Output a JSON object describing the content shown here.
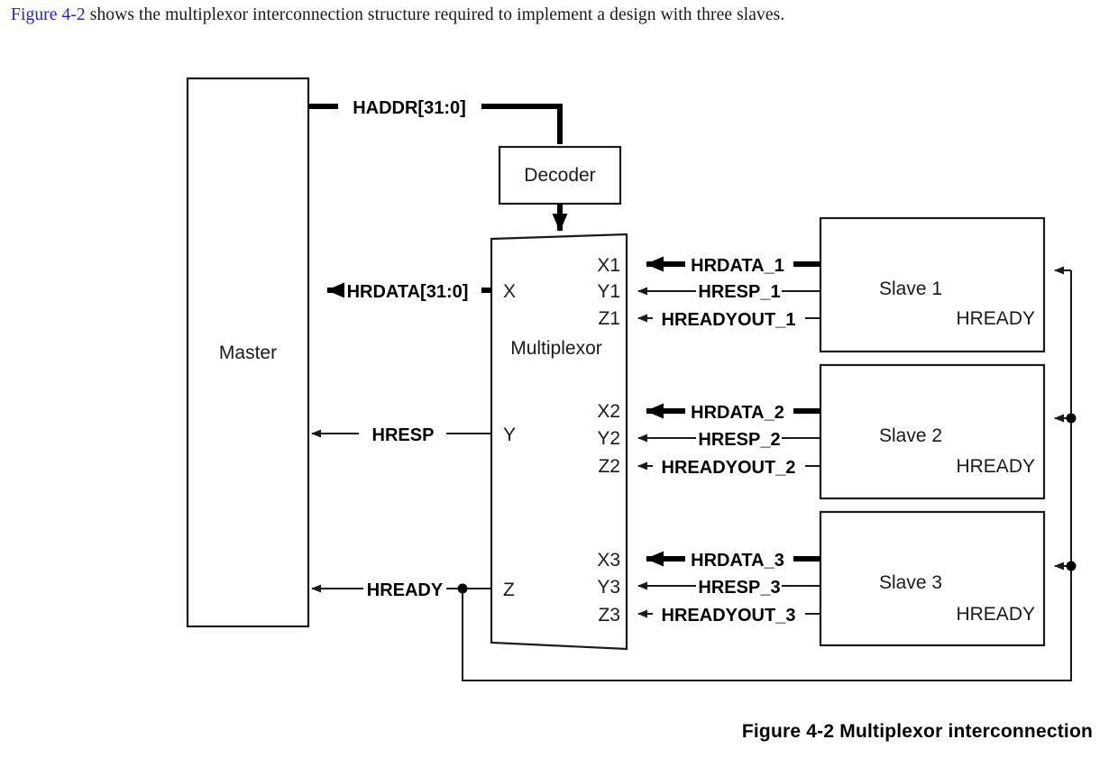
{
  "intro": {
    "link_text": "Figure 4-2",
    "rest_text": " shows the multiplexor interconnection structure required to implement a design with three slaves.",
    "link_color": "#2b20c9"
  },
  "caption": {
    "text": "Figure 4-2 Multiplexor interconnection"
  },
  "diagram": {
    "blocks": {
      "master": "Master",
      "decoder": "Decoder",
      "multiplexor": "Multiplexor",
      "slave1": "Slave 1",
      "slave2": "Slave 2",
      "slave3": "Slave 3"
    },
    "mux_ports_left": {
      "x": "X",
      "y": "Y",
      "z": "Z"
    },
    "mux_ports_right": {
      "x1": "X1",
      "y1": "Y1",
      "z1": "Z1",
      "x2": "X2",
      "y2": "Y2",
      "z2": "Z2",
      "x3": "X3",
      "y3": "Y3",
      "z3": "Z3"
    },
    "slave_ports": {
      "hready1": "HREADY",
      "hready2": "HREADY",
      "hready3": "HREADY"
    },
    "signals_master": {
      "haddr": "HADDR[31:0]",
      "hrdata": "HRDATA[31:0]",
      "hresp": "HRESP",
      "hready": "HREADY"
    },
    "signals_slave1": {
      "hrdata": "HRDATA_1",
      "hresp": "HRESP_1",
      "hreadyout": "HREADYOUT_1"
    },
    "signals_slave2": {
      "hrdata": "HRDATA_2",
      "hresp": "HRESP_2",
      "hreadyout": "HREADYOUT_2"
    },
    "signals_slave3": {
      "hrdata": "HRDATA_3",
      "hresp": "HRESP_3",
      "hreadyout": "HREADYOUT_3"
    },
    "colors": {
      "line": "#1a1a1a",
      "bus": "#000000",
      "background": "#ffffff"
    }
  }
}
